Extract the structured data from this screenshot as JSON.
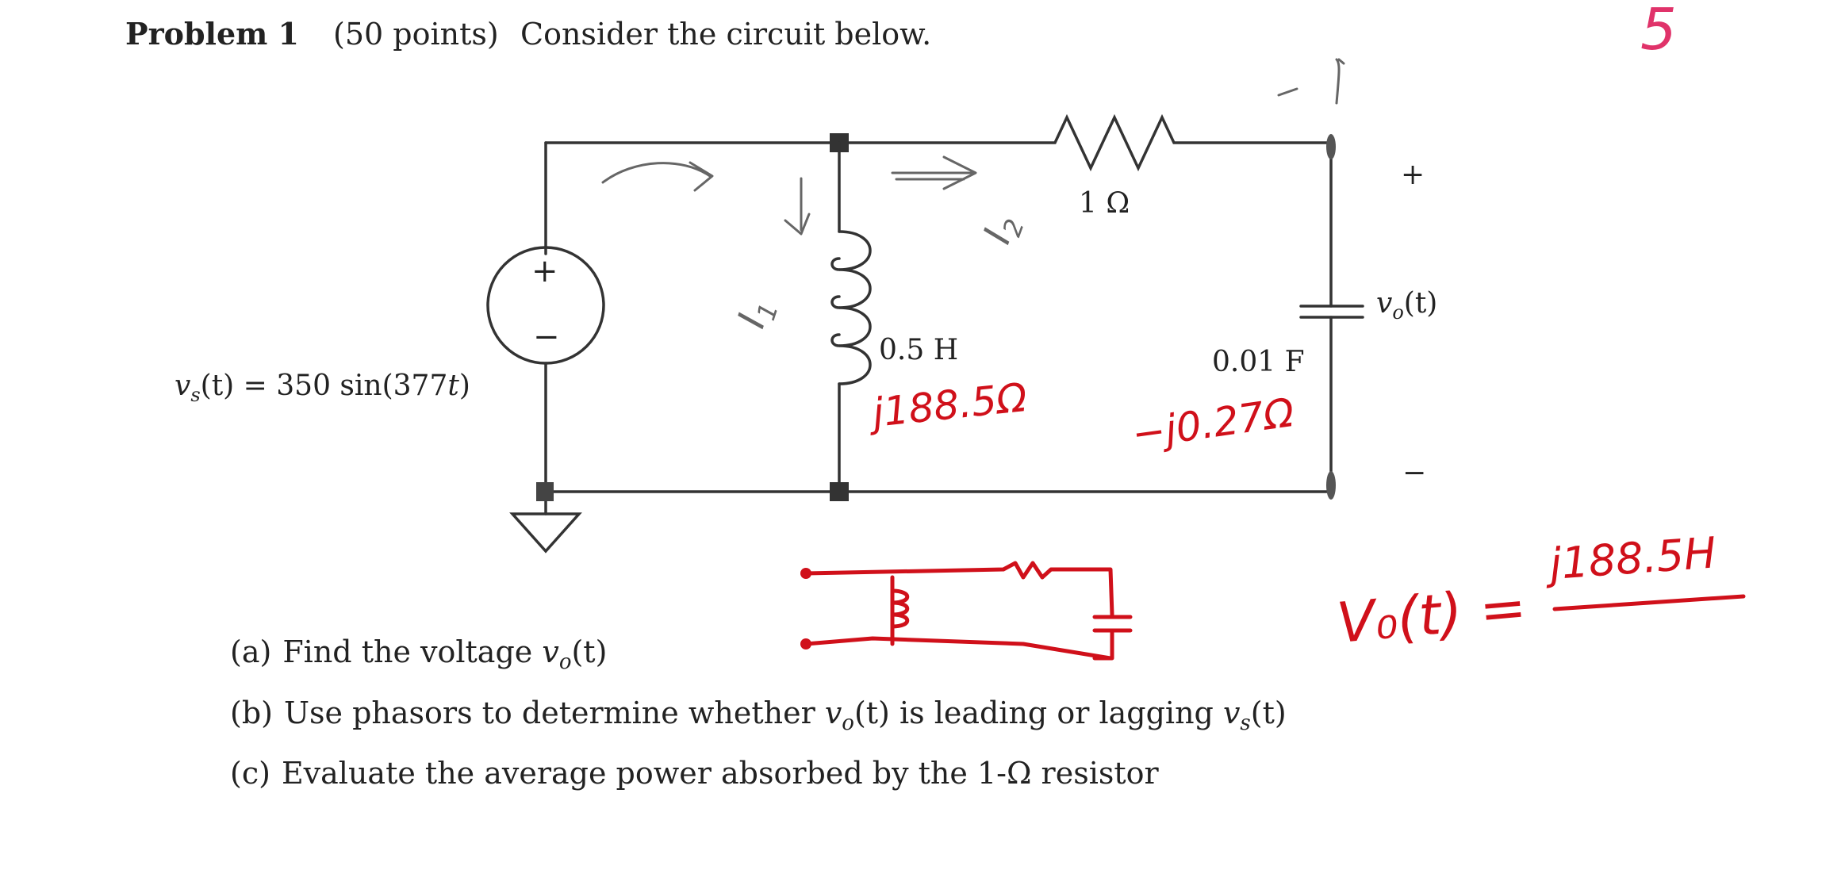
{
  "problem": {
    "number_label": "Problem 1",
    "points": "(50 points)",
    "statement": "Consider the circuit below."
  },
  "score": {
    "value": "5",
    "color": "#e0336a"
  },
  "circuit": {
    "source_expression": "v_s(t) = 350 sin(377t)",
    "source_lhs": "v",
    "source_lhs_sub": "s",
    "source_lhs_arg": "(t) = 350 sin(377",
    "source_lhs_t": "t",
    "source_lhs_close": ")",
    "source_plus": "+",
    "source_minus": "−",
    "resistor_label": "1 Ω",
    "inductor_label": "0.5 H",
    "capacitor_label": "0.01 F",
    "output_label_v": "v",
    "output_label_sub": "o",
    "output_label_arg": "(t)",
    "output_plus": "+",
    "output_minus": "−"
  },
  "annotations": {
    "inductor_impedance": "j188.5Ω",
    "capacitor_impedance": "−j0.27Ω",
    "current_i1": "I",
    "current_i1_sub": "1",
    "current_i2": "I",
    "current_i2_sub": "2",
    "vo_equation_lhs": "V₀(t) =",
    "vo_equation_rhs": "j188.5H",
    "ink_color": "#d0101a"
  },
  "parts": [
    {
      "label": "(a)",
      "text_pre": "Find the voltage ",
      "var": "v",
      "sub": "o",
      "post": "(t)",
      "text_mid": "",
      "var2": "",
      "sub2": "",
      "post2": ""
    },
    {
      "label": "(b)",
      "text_pre": "Use phasors to determine whether ",
      "var": "v",
      "sub": "o",
      "post": "(t)",
      "text_mid": " is leading or lagging ",
      "var2": "v",
      "sub2": "s",
      "post2": "(t)"
    },
    {
      "label": "(c)",
      "text_pre": "Evaluate the average power absorbed by the 1-Ω resistor",
      "var": "",
      "sub": "",
      "post": "",
      "text_mid": "",
      "var2": "",
      "sub2": "",
      "post2": ""
    }
  ]
}
